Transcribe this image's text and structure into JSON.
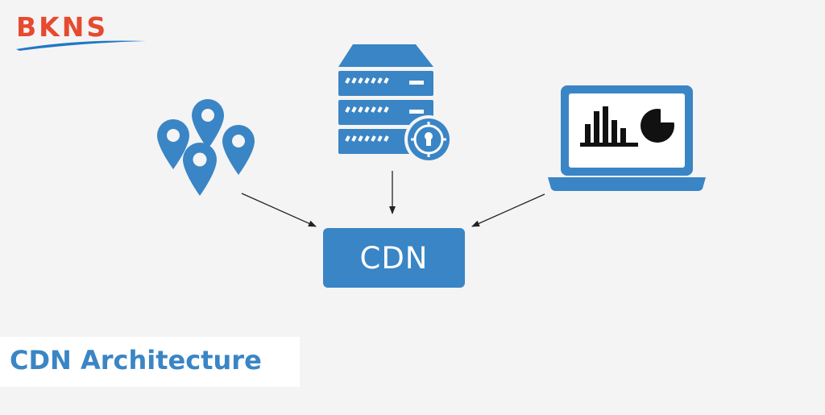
{
  "brand": {
    "logo_text": "BKNS",
    "logo_color": "#e64a2f",
    "swoosh_color": "#2177c5"
  },
  "diagram": {
    "center_node_label": "CDN",
    "caption": "CDN Architecture",
    "accent_color": "#3a85c5",
    "sources": [
      {
        "icon": "location-pins-icon"
      },
      {
        "icon": "server-icon"
      },
      {
        "icon": "laptop-chart-icon"
      }
    ]
  }
}
